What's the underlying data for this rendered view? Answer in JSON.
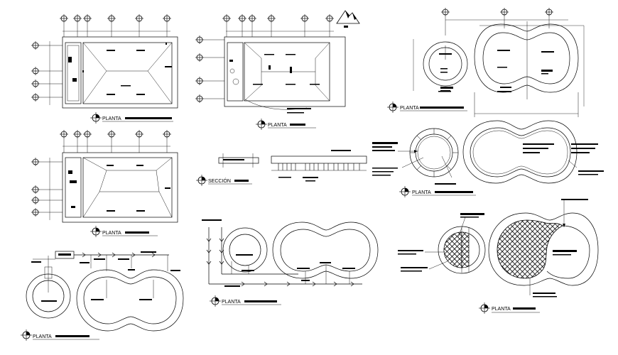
{
  "drawing": {
    "colors": {
      "line": "#000000",
      "background": "#ffffff",
      "hatch": "#000000"
    },
    "labels": {
      "planta": "PLANTA",
      "seccion": "SECCIÓN"
    },
    "north_icon": "north-arrow-mountain-icon",
    "views": [
      {
        "id": "roof-plan-1",
        "title": "PLANTA"
      },
      {
        "id": "roof-plan-2",
        "title": "PLANTA"
      },
      {
        "id": "roof-plan-3",
        "title": "PLANTA"
      },
      {
        "id": "section",
        "title": "SECCIÓN"
      },
      {
        "id": "pool-plan-1",
        "title": "PLANTA"
      },
      {
        "id": "pool-plan-2",
        "title": "PLANTA"
      },
      {
        "id": "pool-plan-3",
        "title": "PLANTA"
      },
      {
        "id": "pool-plan-4",
        "title": "PLANTA"
      },
      {
        "id": "pool-plan-5",
        "title": "PLANTA"
      }
    ]
  }
}
